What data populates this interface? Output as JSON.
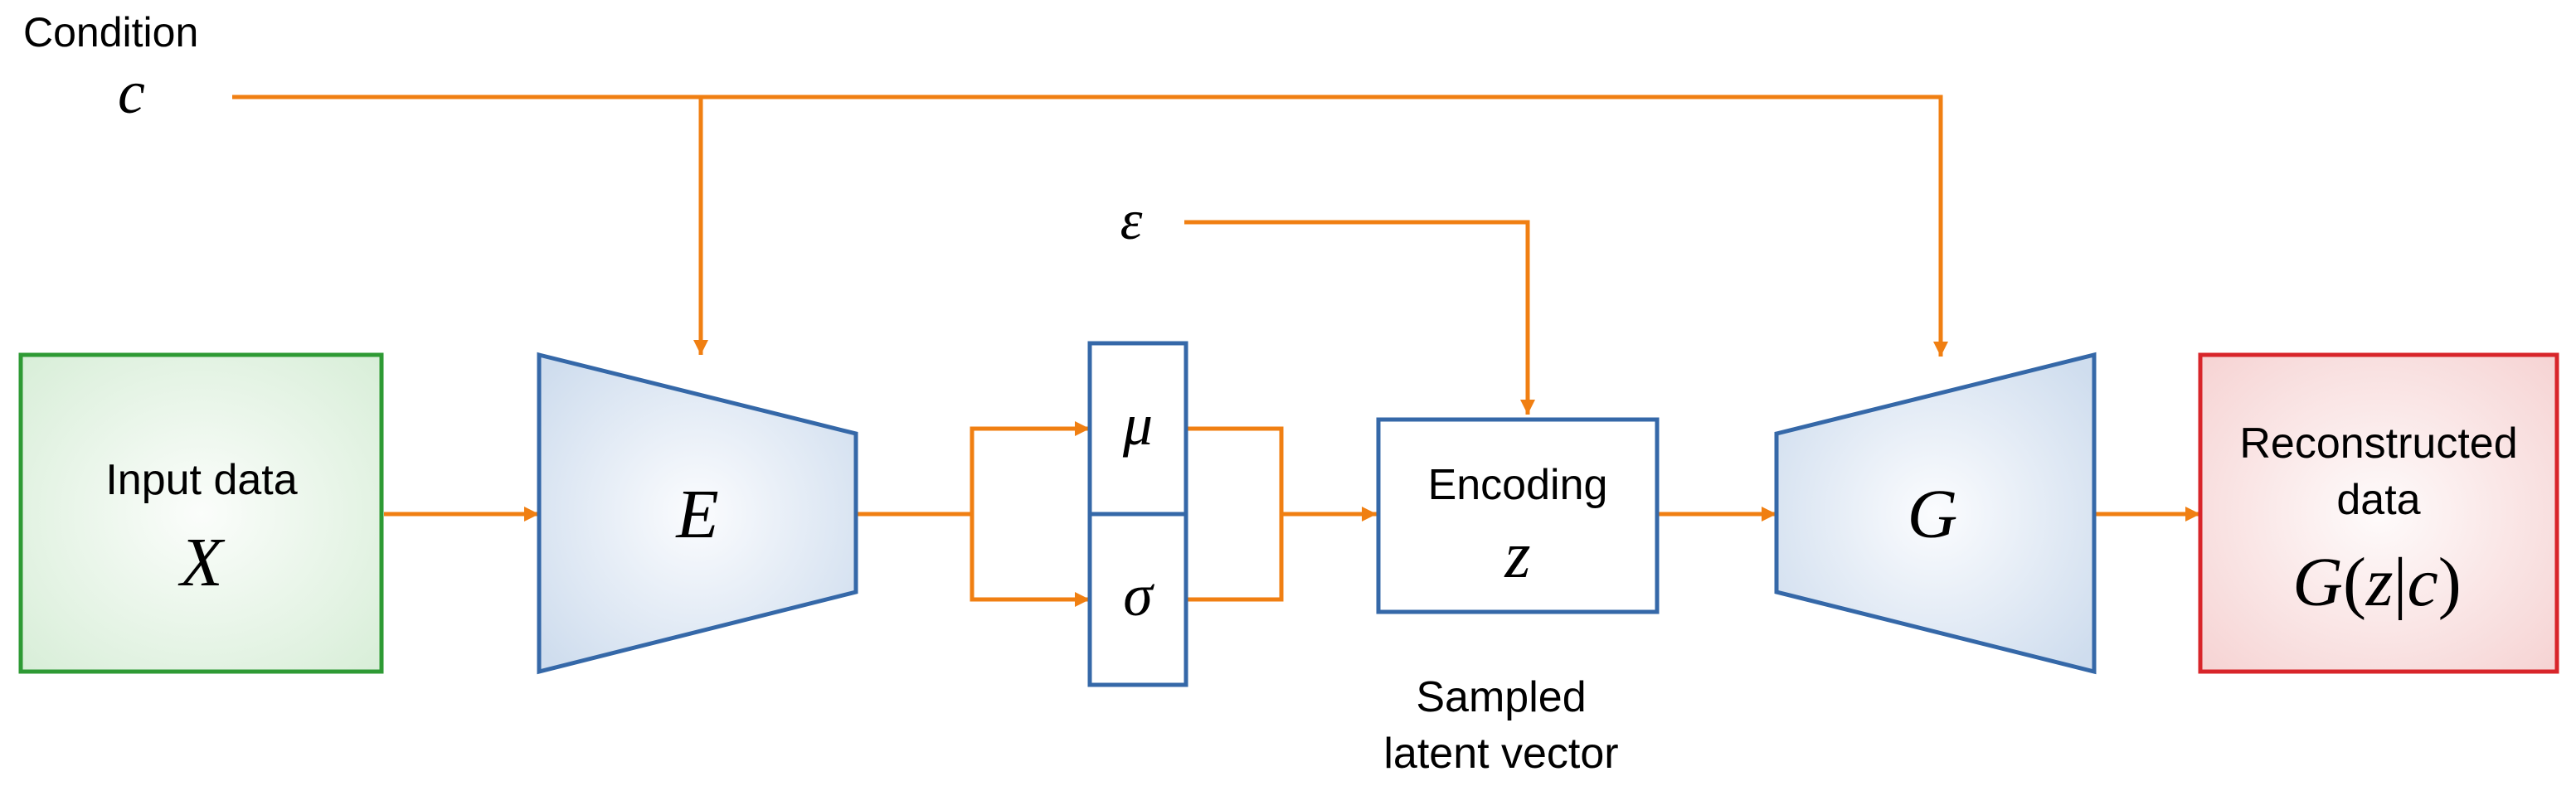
{
  "colors": {
    "arrow": "#f07f12",
    "input_border": "#2e9a34",
    "output_border": "#d8252a",
    "network_border": "#3568a8",
    "network_fill": "#f4f7fc",
    "network_fill_edge": "#cfddee"
  },
  "condition": {
    "label": "Condition",
    "symbol": "c"
  },
  "noise": {
    "symbol": "ε"
  },
  "input": {
    "label": "Input data",
    "symbol": "X"
  },
  "encoder": {
    "symbol": "E"
  },
  "latent_params": {
    "mu": "μ",
    "sigma": "σ"
  },
  "encoding": {
    "label": "Encoding",
    "symbol": "z",
    "caption_line1": "Sampled",
    "caption_line2": "latent vector"
  },
  "generator": {
    "symbol": "G"
  },
  "output": {
    "label_line1": "Reconstructed",
    "label_line2": "data",
    "formula_g": "G",
    "formula_open": "(",
    "formula_z": "z",
    "formula_bar": "|",
    "formula_c": "c",
    "formula_close": ")"
  }
}
